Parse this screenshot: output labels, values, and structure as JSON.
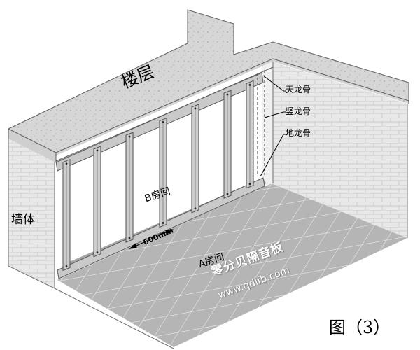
{
  "labels": {
    "floor_slab": "楼层",
    "wall_body": "墙体",
    "top_track": "天龙骨",
    "vertical_stud": "竖龙骨",
    "bottom_track": "地龙骨",
    "room_b": "B房间",
    "room_a": "A房间",
    "stud_spacing": "600mm"
  },
  "watermark": {
    "name": "零分贝隔音板",
    "url": "www.qdlfb.com"
  },
  "caption": "图（3）",
  "colors": {
    "concrete": "#d6d6d6",
    "wall": "#e6e6e6",
    "floor": "#b9b9b9",
    "metal": "#c4c4c4"
  }
}
